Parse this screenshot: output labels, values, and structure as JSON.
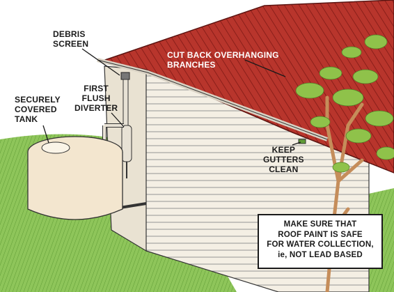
{
  "labels": {
    "debris_screen": [
      "DEBRIS",
      "SCREEN"
    ],
    "first_flush": [
      "FIRST",
      "FLUSH",
      "DIVERTER"
    ],
    "tank": [
      "SECURELY",
      "COVERED",
      "TANK"
    ],
    "branches": [
      "CUT BACK OVERHANGING",
      "BRANCHES"
    ],
    "gutters": [
      "KEEP",
      "GUTTERS",
      "CLEAN"
    ],
    "paint_note": [
      "MAKE SURE THAT",
      "ROOF PAINT IS SAFE",
      "FOR WATER COLLECTION,",
      "ie, NOT LEAD BASED"
    ]
  },
  "colors": {
    "roof": "#b8352c",
    "wall": "#f4efe4",
    "grass": "#8ec55a",
    "tank": "#f3e6cf",
    "leaf": "#8fc24a",
    "trunk": "#c58d5a"
  }
}
